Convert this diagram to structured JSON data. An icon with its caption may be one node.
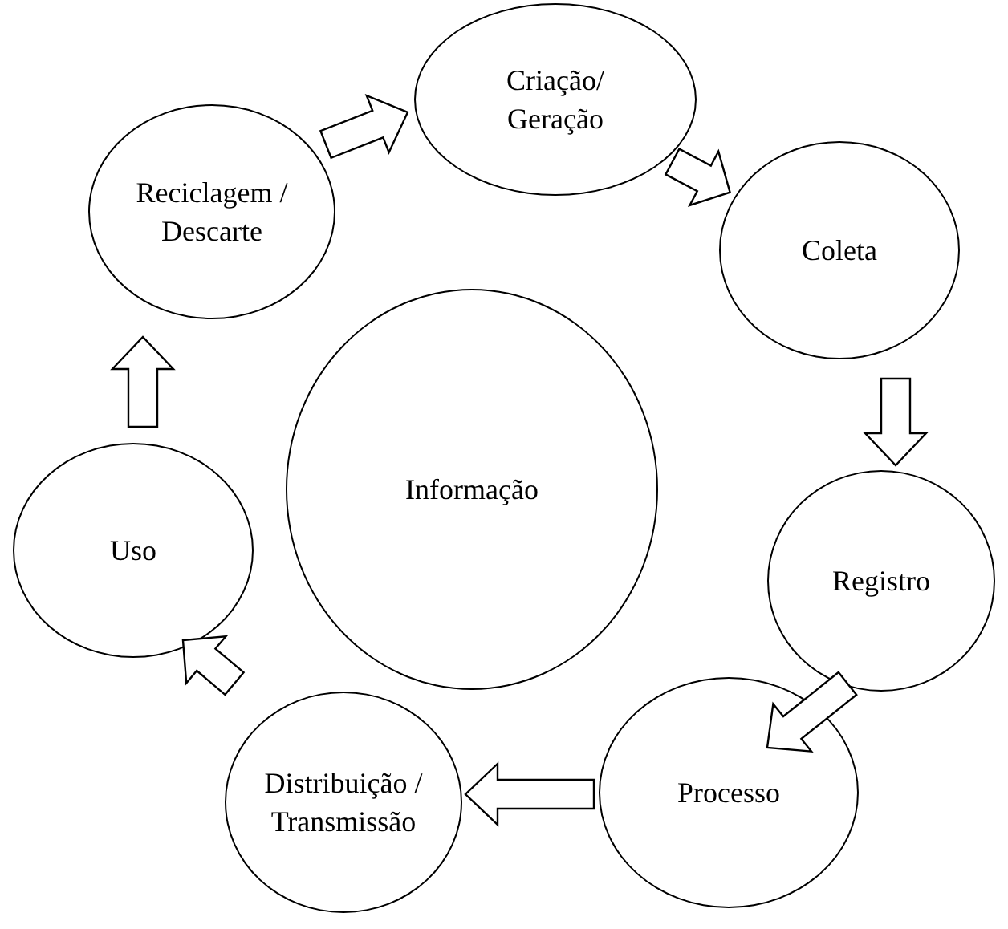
{
  "diagram": {
    "nodes": [
      {
        "text": [
          "Criação/ Geração"
        ]
      },
      {
        "text": [
          "Coleta"
        ]
      },
      {
        "text": [
          "Registro"
        ]
      },
      {
        "text": [
          "Processo"
        ]
      },
      {
        "text": [
          "Distribuição / Transmissão"
        ]
      },
      {
        "text": [
          "Uso"
        ]
      },
      {
        "text": [
          "Reciclagem / Descarte"
        ]
      },
      {
        "text": [
          "Informação"
        ]
      }
    ],
    "edges": [
      {
        "from": 6,
        "to": 0,
        "arrow": "to"
      },
      {
        "from": 0,
        "to": 1,
        "arrow": "to"
      },
      {
        "from": 1,
        "to": 2,
        "arrow": "to"
      },
      {
        "from": 2,
        "to": 3,
        "arrow": "to"
      },
      {
        "from": 3,
        "to": 4,
        "arrow": "to"
      },
      {
        "from": 4,
        "to": 5,
        "arrow": "to"
      },
      {
        "from": 5,
        "to": 6,
        "arrow": "to"
      }
    ]
  }
}
